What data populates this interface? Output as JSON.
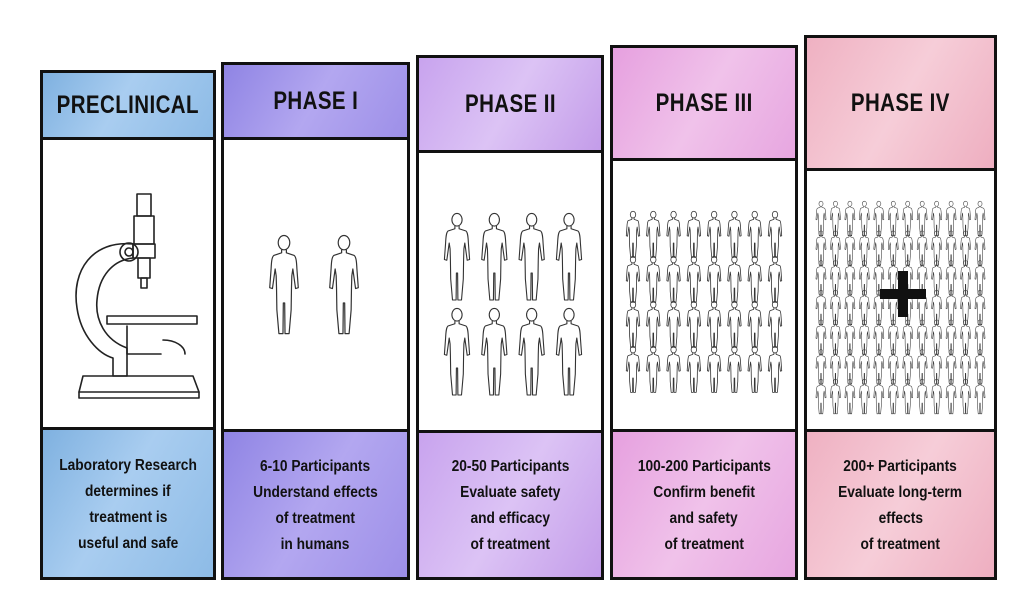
{
  "phases": [
    {
      "title": "PRECLINICAL",
      "icon": "microscope-icon",
      "color": "#8dbbe6",
      "description": [
        "Laboratory Research",
        "determines if",
        "treatment is",
        "useful and safe"
      ]
    },
    {
      "title": "PHASE I",
      "icon": "human-figures-icon",
      "color": "#a598ec",
      "description": [
        "6-10 Participants",
        "Understand effects",
        "of treatment",
        "in humans"
      ]
    },
    {
      "title": "PHASE II",
      "icon": "human-figures-icon",
      "color": "#d4b4f2",
      "description": [
        "20-50 Participants",
        "Evaluate safety",
        "and efficacy",
        "of treatment"
      ]
    },
    {
      "title": "PHASE III",
      "icon": "human-figures-icon",
      "color": "#ebb3e5",
      "description": [
        "100-200 Participants",
        "Confirm benefit",
        "and safety",
        "of treatment"
      ]
    },
    {
      "title": "PHASE IV",
      "icon": "plus-icon",
      "color": "#f3c1cf",
      "description": [
        "200+ Participants",
        "Evaluate long-term",
        "effects",
        "of treatment"
      ]
    }
  ]
}
